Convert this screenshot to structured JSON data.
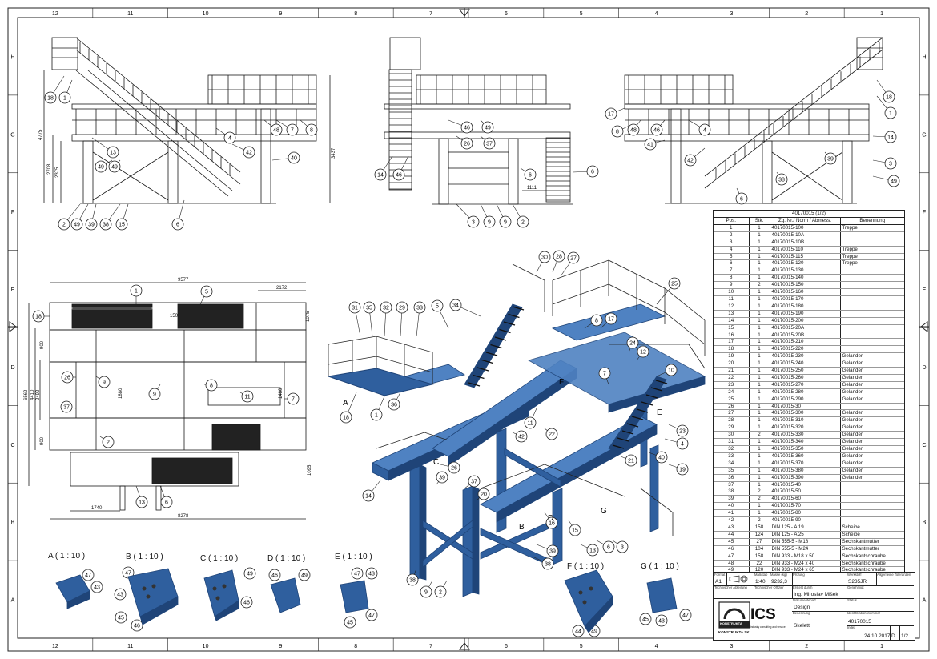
{
  "border": {
    "top_numbers": [
      "12",
      "11",
      "10",
      "9",
      "8",
      "7",
      "6",
      "5",
      "4",
      "3",
      "2",
      "1"
    ],
    "side_letters": [
      "H",
      "G",
      "F",
      "E",
      "D",
      "C",
      "B",
      "A"
    ]
  },
  "bom": {
    "caption": "40170015 (1/2)",
    "headers": [
      "Pos.",
      "Stk.",
      "Zg. Nr./ Norm / Abmess.",
      "Benennung"
    ],
    "rows": [
      [
        "1",
        "1",
        "40170015-100",
        "Treppe"
      ],
      [
        "2",
        "1",
        "40170015-10A",
        ""
      ],
      [
        "3",
        "1",
        "40170015-10B",
        ""
      ],
      [
        "4",
        "1",
        "40170015-110",
        "Treppe"
      ],
      [
        "5",
        "1",
        "40170015-115",
        "Treppe"
      ],
      [
        "6",
        "1",
        "40170015-120",
        "Treppe"
      ],
      [
        "7",
        "1",
        "40170015-130",
        ""
      ],
      [
        "8",
        "1",
        "40170015-140",
        ""
      ],
      [
        "9",
        "2",
        "40170015-150",
        ""
      ],
      [
        "10",
        "1",
        "40170015-160",
        ""
      ],
      [
        "11",
        "1",
        "40170015-170",
        ""
      ],
      [
        "12",
        "1",
        "40170015-180",
        ""
      ],
      [
        "13",
        "1",
        "40170015-190",
        ""
      ],
      [
        "14",
        "1",
        "40170015-200",
        ""
      ],
      [
        "15",
        "1",
        "40170015-20A",
        ""
      ],
      [
        "16",
        "1",
        "40170015-20B",
        ""
      ],
      [
        "17",
        "1",
        "40170015-210",
        ""
      ],
      [
        "18",
        "1",
        "40170015-220",
        ""
      ],
      [
        "19",
        "1",
        "40170015-230",
        "Gelander"
      ],
      [
        "20",
        "1",
        "40170015-240",
        "Gelander"
      ],
      [
        "21",
        "1",
        "40170015-250",
        "Gelander"
      ],
      [
        "22",
        "1",
        "40170015-260",
        "Gelander"
      ],
      [
        "23",
        "1",
        "40170015-270",
        "Gelander"
      ],
      [
        "24",
        "1",
        "40170015-280",
        "Gelander"
      ],
      [
        "25",
        "1",
        "40170015-290",
        "Gelander"
      ],
      [
        "26",
        "1",
        "40170015-30",
        ""
      ],
      [
        "27",
        "1",
        "40170015-300",
        "Gelander"
      ],
      [
        "28",
        "1",
        "40170015-310",
        "Gelander"
      ],
      [
        "29",
        "1",
        "40170015-320",
        "Gelander"
      ],
      [
        "30",
        "2",
        "40170015-330",
        "Gelander"
      ],
      [
        "31",
        "1",
        "40170015-340",
        "Gelander"
      ],
      [
        "32",
        "1",
        "40170015-350",
        "Gelander"
      ],
      [
        "33",
        "1",
        "40170015-360",
        "Gelander"
      ],
      [
        "34",
        "1",
        "40170015-370",
        "Gelander"
      ],
      [
        "35",
        "1",
        "40170015-380",
        "Gelander"
      ],
      [
        "36",
        "1",
        "40170015-390",
        "Gelander"
      ],
      [
        "37",
        "1",
        "40170015-40",
        ""
      ],
      [
        "38",
        "2",
        "40170015-50",
        ""
      ],
      [
        "39",
        "2",
        "40170015-60",
        ""
      ],
      [
        "40",
        "1",
        "40170015-70",
        ""
      ],
      [
        "41",
        "1",
        "40170015-80",
        ""
      ],
      [
        "42",
        "2",
        "40170015-90",
        ""
      ],
      [
        "43",
        "158",
        "DIN 125 - A 19",
        "Scheibe"
      ],
      [
        "44",
        "124",
        "DIN 125 - A 25",
        "Scheibe"
      ],
      [
        "45",
        "27",
        "DIN 555-5 - M18",
        "Sechskantmutter"
      ],
      [
        "46",
        "104",
        "DIN 555-5 - M24",
        "Sechskantmutter"
      ],
      [
        "47",
        "158",
        "DIN 933 - M18 x 50",
        "Sechskantschraube"
      ],
      [
        "48",
        "22",
        "DIN 933 - M24 x 40",
        "Sechskantschraube"
      ],
      [
        "49",
        "120",
        "DIN 933 - M24 x 65",
        "Sechskantschraube"
      ]
    ]
  },
  "title_block": {
    "format_label": "Format",
    "format": "A1",
    "scale_label": "Maßstab",
    "scale": "1:40",
    "mass_label": "Masse (kg)",
    "mass": "9232,3",
    "prufung_label": "Prüfung",
    "werkstoff_label": "Werkstoff",
    "werkstoff": "S235JR",
    "tol_label": "Allgemeine Toleranzen",
    "tech_label": "Technischer Abteilung",
    "tech_off_label": "Technischer Offizier",
    "erstellt_label": "Erstellt durch",
    "erstellt": "Ing. Miroslav Mišek",
    "genehmigt_label": "Genehmigt",
    "doc_label": "Dokumentenart",
    "doc": "Design",
    "status_label": "Status",
    "bez_label": "Benennung",
    "bez": "Skelett",
    "ident_label": "Identifikationsnummer",
    "ident": "40170015",
    "index_label": "Index",
    "date": "24.10.2017",
    "rev": "D",
    "sheet": "1/2",
    "logo_text": "ICS",
    "logo_sub": "KONSTRUKTA",
    "logo_small": "KONSTRUKTA.SK",
    "logo_tagline": "industry consulting and service"
  },
  "dimensions": {
    "v1_h1": "4775",
    "v1_h2": "2708",
    "v1_h3": "2375",
    "v1_h4": "3437",
    "v2_w": "1111",
    "plan_w": "9577",
    "plan_w2": "2172",
    "plan_h": "6562",
    "plan_h2": "4410",
    "plan_h3": "2492",
    "plan_d1": "1075",
    "plan_d2": "150",
    "plan_d3": "900",
    "plan_d4": "1880",
    "plan_d5": "1480",
    "plan_d6": "900",
    "plan_d7": "1095",
    "plan_d8": "1740",
    "plan_d9": "8278"
  },
  "details": [
    {
      "label": "A ( 1 : 10 )",
      "balloons": [
        "47",
        "43"
      ]
    },
    {
      "label": "B ( 1 : 10 )",
      "balloons": [
        "47",
        "43",
        "45",
        "46"
      ]
    },
    {
      "label": "C ( 1 : 10 )",
      "balloons": [
        "49",
        "46"
      ]
    },
    {
      "label": "D ( 1 : 10 )",
      "balloons": [
        "46",
        "49"
      ]
    },
    {
      "label": "E ( 1 : 10 )",
      "balloons": [
        "47",
        "43",
        "45",
        "47"
      ]
    },
    {
      "label": "F ( 1 : 10 )",
      "balloons": [
        "44",
        "49"
      ]
    },
    {
      "label": "G ( 1 : 10 )",
      "balloons": [
        "45",
        "43",
        "47"
      ]
    }
  ],
  "views": {
    "v1_balloons": [
      "18",
      "1",
      "13",
      "48",
      "7",
      "8",
      "4",
      "42",
      "40",
      "49",
      "49",
      "2",
      "49",
      "39",
      "38",
      "15",
      "6"
    ],
    "v2_balloons": [
      "46",
      "49",
      "26",
      "37",
      "14",
      "46",
      "6",
      "3",
      "9",
      "9",
      "2",
      "6"
    ],
    "v3_balloons": [
      "17",
      "8",
      "48",
      "46",
      "4",
      "41",
      "42",
      "39",
      "38",
      "6",
      "14",
      "3",
      "49",
      "18",
      "1"
    ],
    "plan_balloons": [
      "18",
      "1",
      "5",
      "26",
      "9",
      "9",
      "8",
      "11",
      "7",
      "37",
      "2",
      "13",
      "6"
    ],
    "iso_balloons": [
      "30",
      "28",
      "27",
      "31",
      "35",
      "32",
      "29",
      "33",
      "5",
      "34",
      "25",
      "8",
      "17",
      "24",
      "12",
      "7",
      "10",
      "18",
      "1",
      "36",
      "11",
      "42",
      "22",
      "23",
      "4",
      "21",
      "40",
      "19",
      "14",
      "26",
      "39",
      "37",
      "20",
      "16",
      "15",
      "13",
      "6",
      "3",
      "38",
      "9",
      "2",
      "39",
      "38"
    ],
    "iso_letters": [
      "A",
      "F",
      "E",
      "C",
      "G",
      "D",
      "B"
    ]
  },
  "colors": {
    "steel": "#2f5f9e",
    "steel_dark": "#1f4478",
    "steel_light": "#4f82c2",
    "line": "#1a1a1a"
  }
}
